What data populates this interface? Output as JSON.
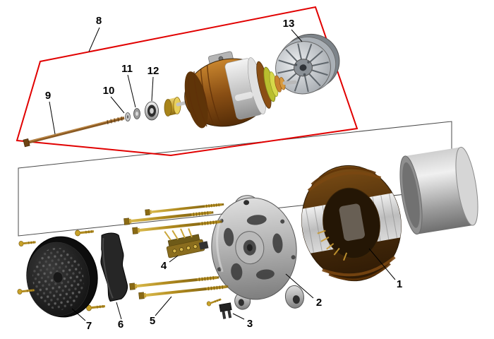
{
  "diagram": {
    "highlight_color": "#e10000",
    "callouts": [
      {
        "label": "1"
      },
      {
        "label": "2"
      },
      {
        "label": "3"
      },
      {
        "label": "4"
      },
      {
        "label": "5"
      },
      {
        "label": "6"
      },
      {
        "label": "7"
      },
      {
        "label": "8"
      },
      {
        "label": "9"
      },
      {
        "label": "10"
      },
      {
        "label": "11"
      },
      {
        "label": "12"
      },
      {
        "label": "13"
      }
    ]
  }
}
